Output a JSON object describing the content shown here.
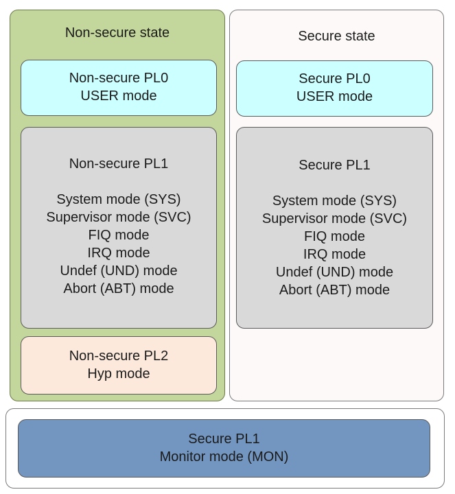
{
  "nonsecure": {
    "title": "Non-secure state",
    "pl0": {
      "line1": "Non-secure PL0",
      "line2": "USER mode"
    },
    "pl1": {
      "heading": "Non-secure PL1",
      "modes": [
        "System mode (SYS)",
        "Supervisor mode (SVC)",
        "FIQ mode",
        "IRQ mode",
        "Undef (UND) mode",
        "Abort (ABT) mode"
      ]
    },
    "pl2": {
      "line1": "Non-secure PL2",
      "line2": "Hyp mode"
    }
  },
  "secure": {
    "title": "Secure state",
    "pl0": {
      "line1": "Secure PL0",
      "line2": "USER mode"
    },
    "pl1": {
      "heading": "Secure PL1",
      "modes": [
        "System mode (SYS)",
        "Supervisor mode (SVC)",
        "FIQ mode",
        "IRQ mode",
        "Undef (UND) mode",
        "Abort (ABT) mode"
      ]
    }
  },
  "monitor": {
    "line1": "Secure PL1",
    "line2": "Monitor mode (MON)"
  },
  "colors": {
    "nonsecure_bg": "#c3d69b",
    "secure_bg": "#fdf9f8",
    "pl0": "#ccffff",
    "pl1": "#d9d9d9",
    "pl2": "#fce9db",
    "monitor": "#7396c1"
  }
}
